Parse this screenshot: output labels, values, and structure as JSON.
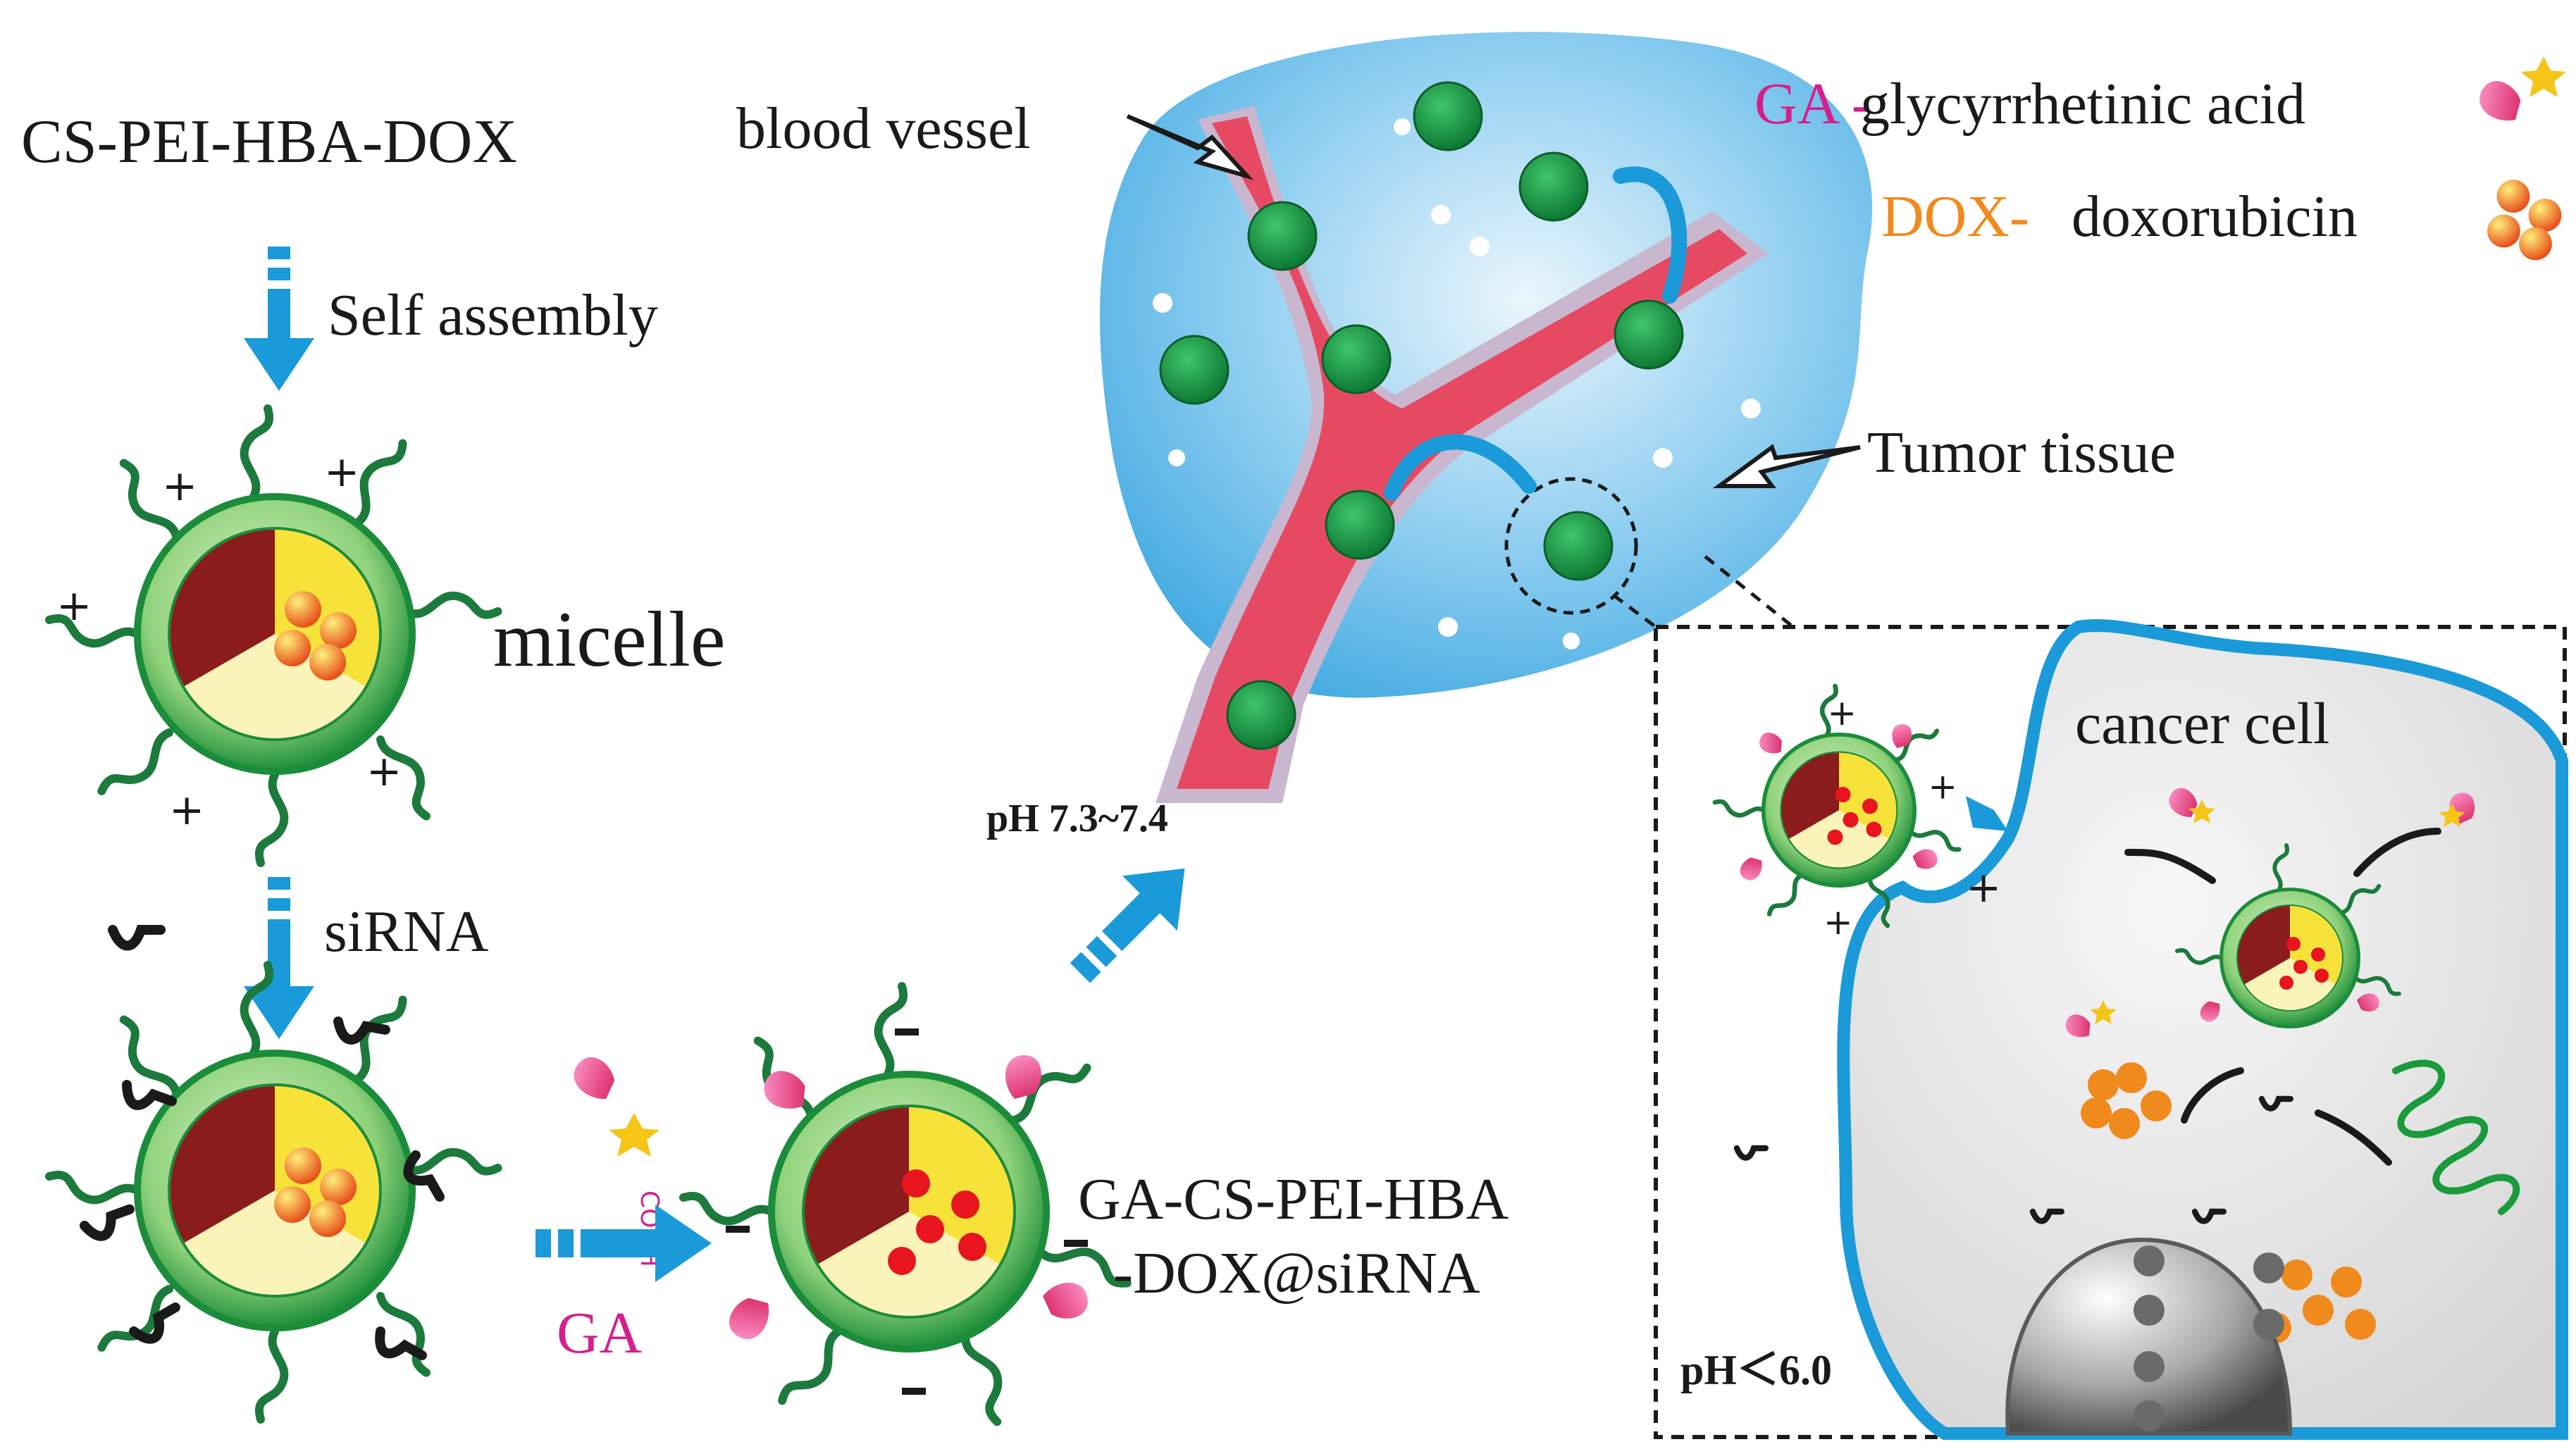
{
  "labels": {
    "polymer": "CS-PEI-HBA-DOX",
    "self_assembly": "Self assembly",
    "micelle": "micelle",
    "sirna": "siRNA",
    "ga_arrow": "GA",
    "cooh": "COOH",
    "product_line1": "GA-CS-PEI-HBA",
    "product_line2": "-DOX@siRNA",
    "blood_vessel": "blood vessel",
    "tumor_tissue": "Tumor tissue",
    "ph_blood": "pH 7.3~7.4",
    "ph_cell": "pH＜6.0",
    "cancer_cell": "cancer cell"
  },
  "legend": {
    "ga_abbr": "GA -",
    "ga_name": "glycyrrhetinic acid",
    "dox_abbr": "DOX-",
    "dox_name": "doxorubicin"
  },
  "colors": {
    "arrow_blue": "#1a9ad9",
    "vessel_red": "#e64a63",
    "tissue_blue": "#5fb9ea",
    "micelle_green": "#1a9a4a",
    "dark_red_core": "#8b1c1c",
    "yellow_core": "#f7e23a",
    "ga_magenta": "#d61f8c",
    "dox_orange": "#f08a1c"
  }
}
